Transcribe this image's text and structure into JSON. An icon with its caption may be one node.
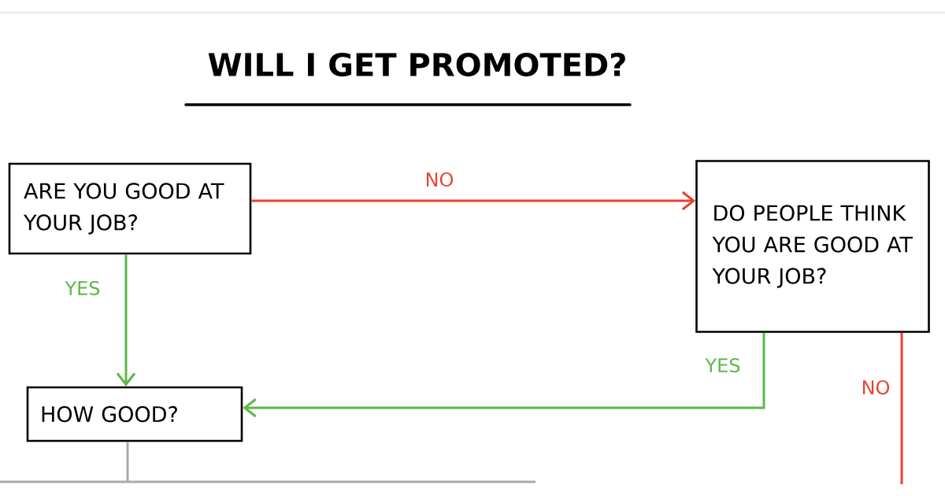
{
  "diagram": {
    "title": "WILL I GET PROMOTED?",
    "nodes": [
      {
        "text": [
          "ARE YOU GOOD AT YOUR JOB?"
        ]
      },
      {
        "text": [
          "DO PEOPLE THINK YOU ARE GOOD AT YOUR JOB?"
        ]
      },
      {
        "text": [
          "HOW GOOD?"
        ]
      }
    ],
    "edges": [
      {
        "from": 0,
        "to": 1,
        "arrow": "to",
        "label": "NO",
        "color": "#e8432e"
      },
      {
        "from": 0,
        "to": 2,
        "arrow": "to",
        "label": "YES",
        "color": "#5cb848"
      },
      {
        "from": 1,
        "to": 2,
        "arrow": "to",
        "label": "YES",
        "color": "#5cb848"
      },
      {
        "from": 1,
        "to": null,
        "arrow": "none",
        "label": "NO",
        "color": "#e8432e"
      },
      {
        "from": 2,
        "to": null,
        "arrow": "none",
        "color": "#aaaaaa"
      }
    ]
  }
}
